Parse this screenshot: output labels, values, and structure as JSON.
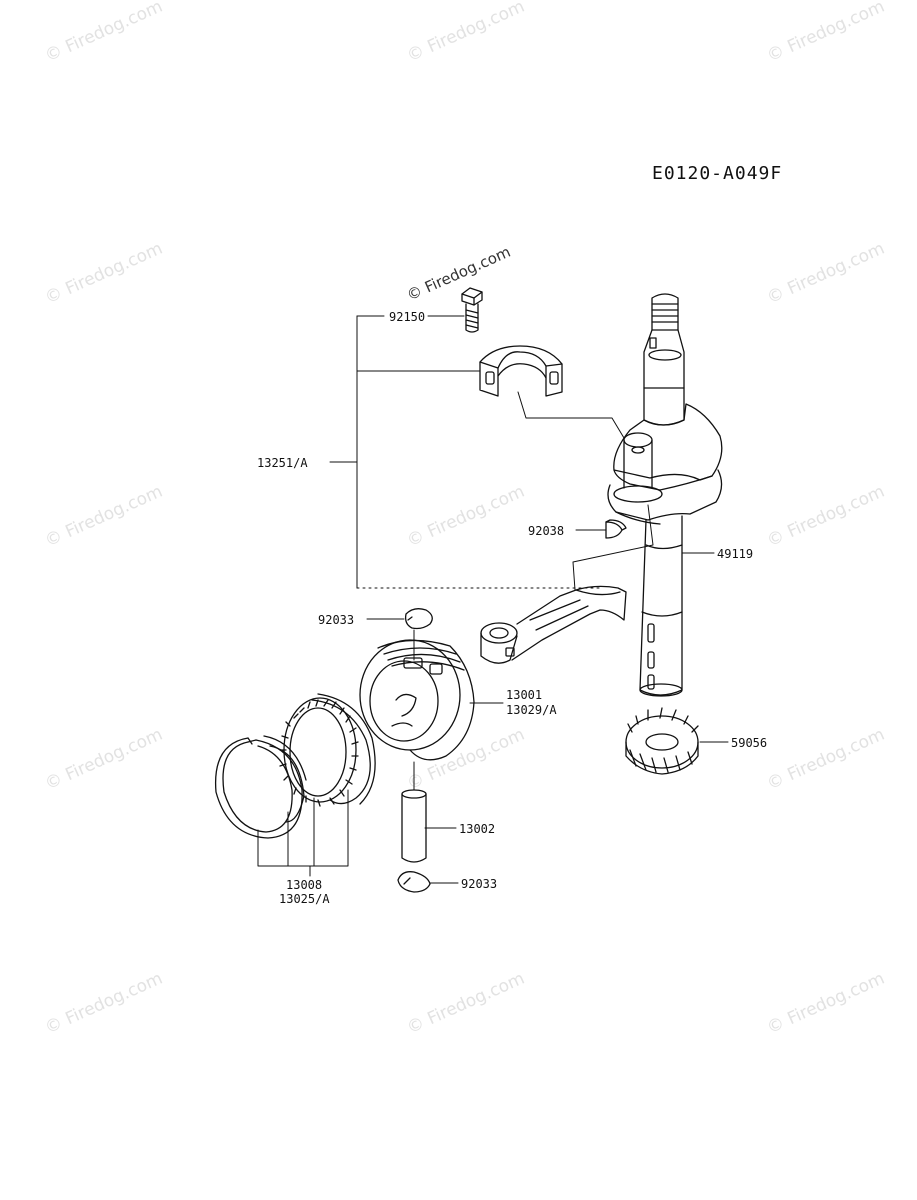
{
  "diagram": {
    "code": "E0120-A049F",
    "watermark": "© Firedog.com",
    "parts": {
      "p92150": "92150",
      "p13251": "13251/A",
      "p92038": "92038",
      "p49119": "49119",
      "p92033a": "92033",
      "p13001": "13001",
      "p13029": "13029/A",
      "p59056": "59056",
      "p13002": "13002",
      "p92033b": "92033",
      "p13008": "13008",
      "p13025": "13025/A"
    }
  }
}
